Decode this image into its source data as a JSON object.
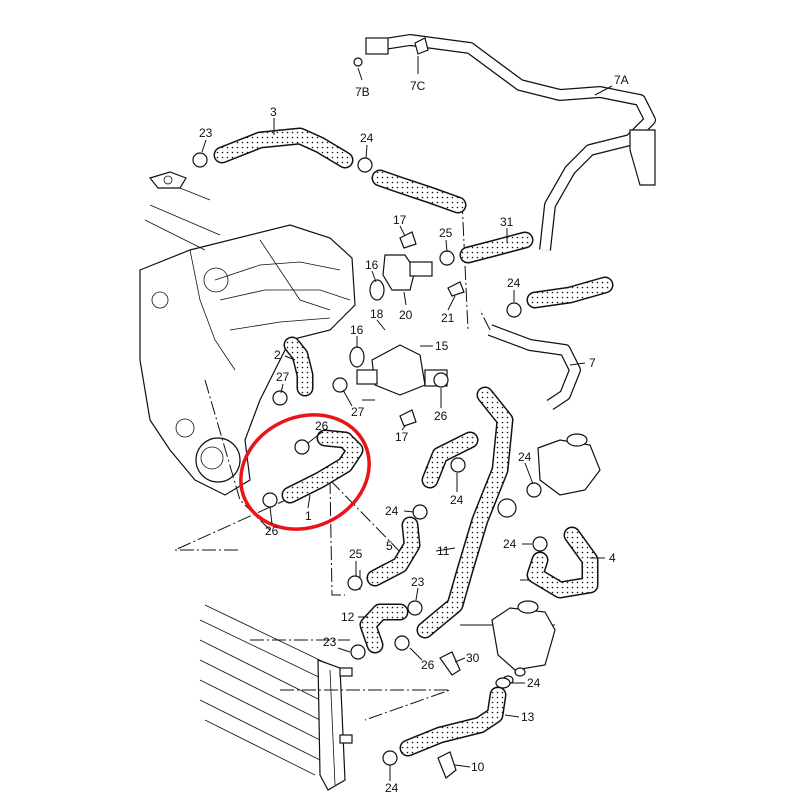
{
  "diagram": {
    "title": "Cooling system hose diagram",
    "highlight_color": "#e8141a",
    "highlighted_part": "1",
    "labels": {
      "p7b": "7B",
      "p7c": "7C",
      "p7a": "7A",
      "p3": "3",
      "p23a": "23",
      "p24a": "24",
      "p17a": "17",
      "p25a": "25",
      "p31": "31",
      "p16a": "16",
      "p18": "18",
      "p20": "20",
      "p21": "21",
      "p24b": "24",
      "p2": "2",
      "p16b": "16",
      "p15": "15",
      "p7": "7",
      "p27a": "27",
      "p27b": "27",
      "p26a": "26",
      "p17b": "17",
      "p26b": "26",
      "p1": "1",
      "p26c": "26",
      "p24c": "24",
      "p24d": "24",
      "p24e": "24",
      "p24f": "24",
      "p4": "4",
      "p11": "11",
      "p5": "5",
      "p25b": "25",
      "p23b": "23",
      "p12": "12",
      "p23c": "23",
      "p26d": "26",
      "p30": "30",
      "p24g": "24",
      "p13": "13",
      "p10": "10",
      "p24h": "24"
    }
  }
}
